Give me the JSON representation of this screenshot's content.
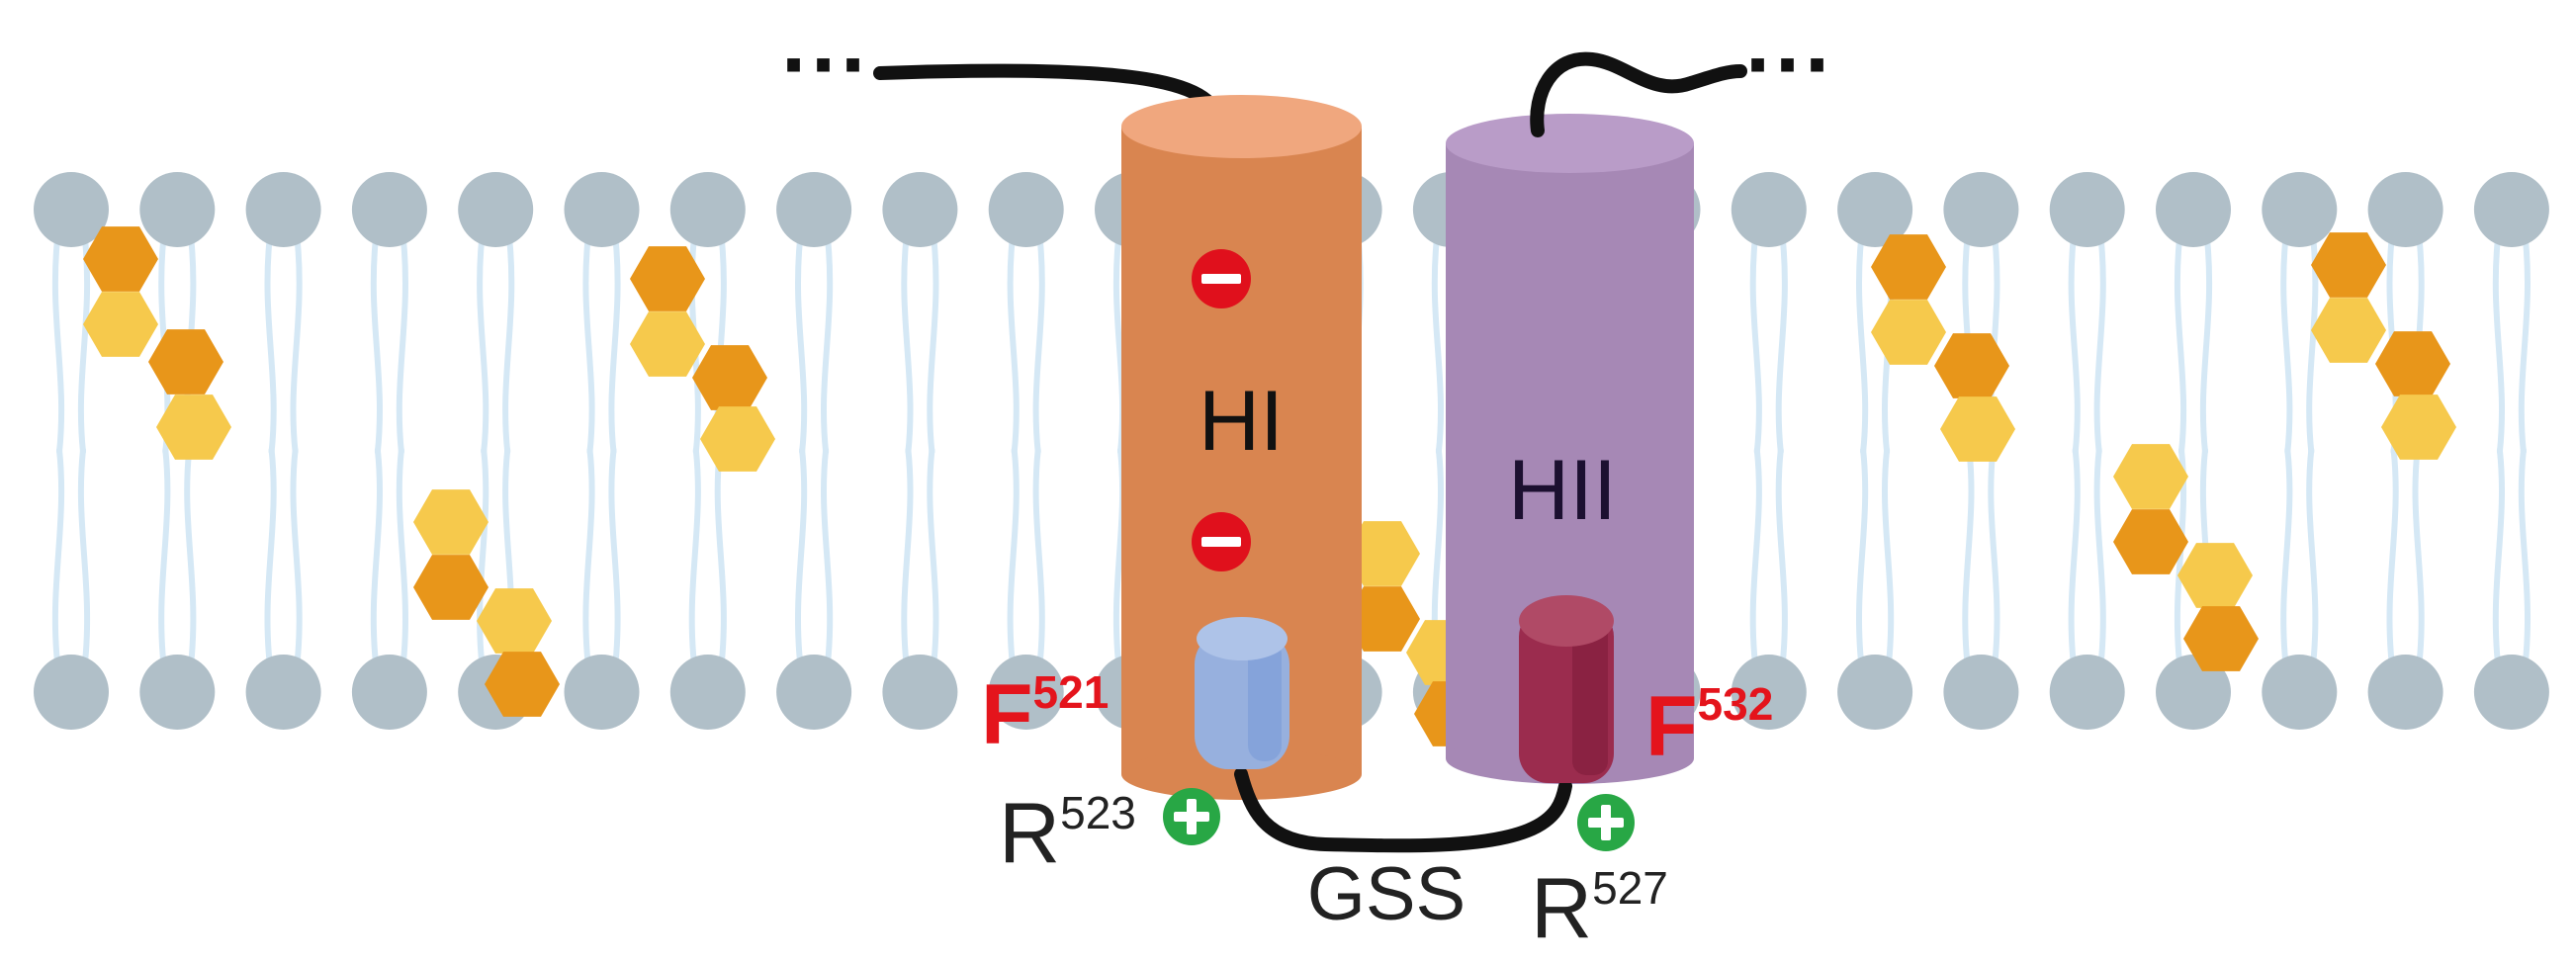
{
  "helices": [
    {
      "id": "HI",
      "label": "HI"
    },
    {
      "id": "HII",
      "label": "HII"
    }
  ],
  "residues": {
    "f521": {
      "base": "F",
      "sup": "521"
    },
    "f532": {
      "base": "F",
      "sup": "532"
    },
    "r523": {
      "base": "R",
      "sup": "523"
    },
    "r527": {
      "base": "R",
      "sup": "527"
    }
  },
  "linker": {
    "label": "GSS"
  },
  "termini": {
    "left": "···",
    "right": "···"
  },
  "colors": {
    "lipid_head": "#b0bfc8",
    "lipid_tail": "#d5e8f5",
    "helix_i_body": "#d98550",
    "helix_i_top": "#f0a77e",
    "helix_ii_body": "#a688b5",
    "helix_ii_top": "#b99cc8",
    "residue_f521_body": "#97b0de",
    "residue_f532_body": "#9b2c4e",
    "neg_charge": "#e0101c",
    "pos_charge": "#28a745",
    "hex_dark": "#e8961a",
    "hex_light": "#f6c94c",
    "residue_label_red": "#e4141c"
  }
}
